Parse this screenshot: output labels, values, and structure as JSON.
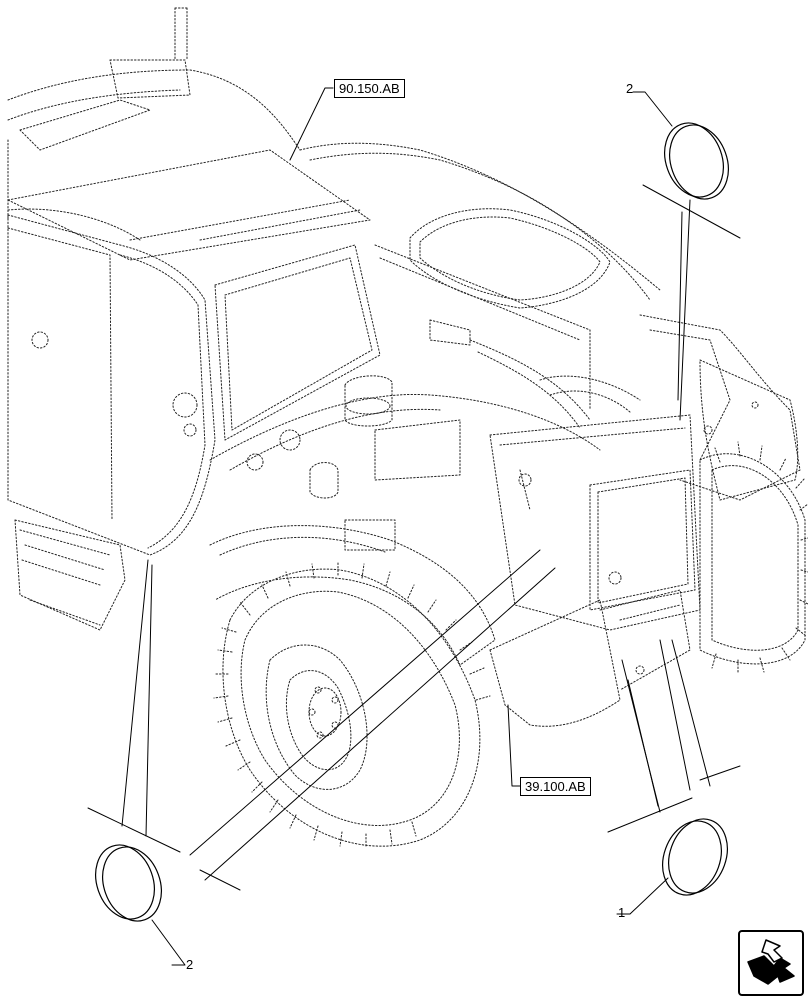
{
  "references": {
    "ref_top": "90.150.AB",
    "ref_bottom": "39.100.AB"
  },
  "callouts": {
    "item_top_right": "2",
    "item_bottom_left": "2",
    "item_bottom_right": "1"
  },
  "icons": {
    "nav": "navigation-arrow-icon"
  }
}
